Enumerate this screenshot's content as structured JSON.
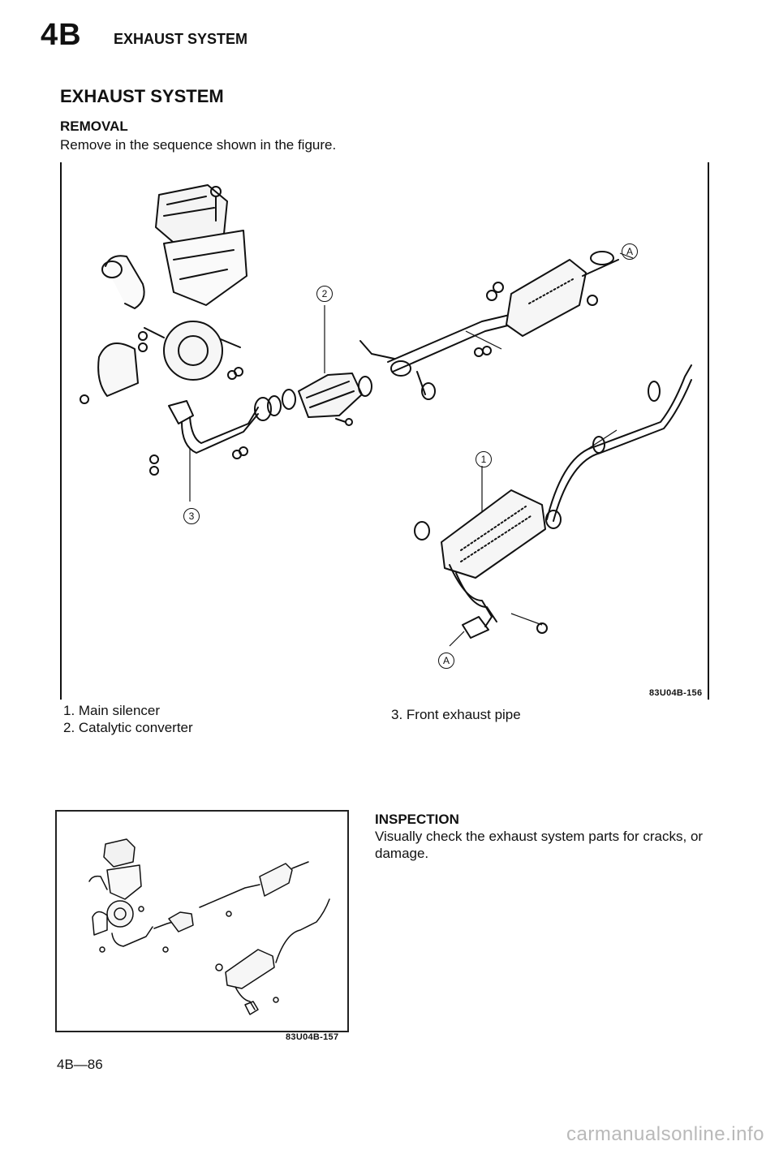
{
  "header": {
    "section_code": "4B",
    "section_title": "EXHAUST SYSTEM"
  },
  "page_title": "EXHAUST SYSTEM",
  "removal": {
    "heading": "REMOVAL",
    "instruction": "Remove in the sequence shown in the figure."
  },
  "figure_main": {
    "code": "83U04B-156",
    "callouts": {
      "one": "1",
      "two": "2",
      "three": "3",
      "a_top": "A",
      "a_bottom": "A"
    }
  },
  "legend": {
    "item1": "1. Main silencer",
    "item2": "2. Catalytic converter",
    "item3": "3. Front exhaust pipe"
  },
  "figure_small": {
    "code": "83U04B-157"
  },
  "inspection": {
    "heading": "INSPECTION",
    "text": "Visually check the exhaust system parts for cracks, or damage."
  },
  "footer": {
    "page_number": "4B—86",
    "watermark": "carmanualsonline.info"
  },
  "icons": {
    "exhaust_diagram": "exhaust-system-exploded-icon",
    "exhaust_diagram_small": "exhaust-system-assembled-icon"
  }
}
